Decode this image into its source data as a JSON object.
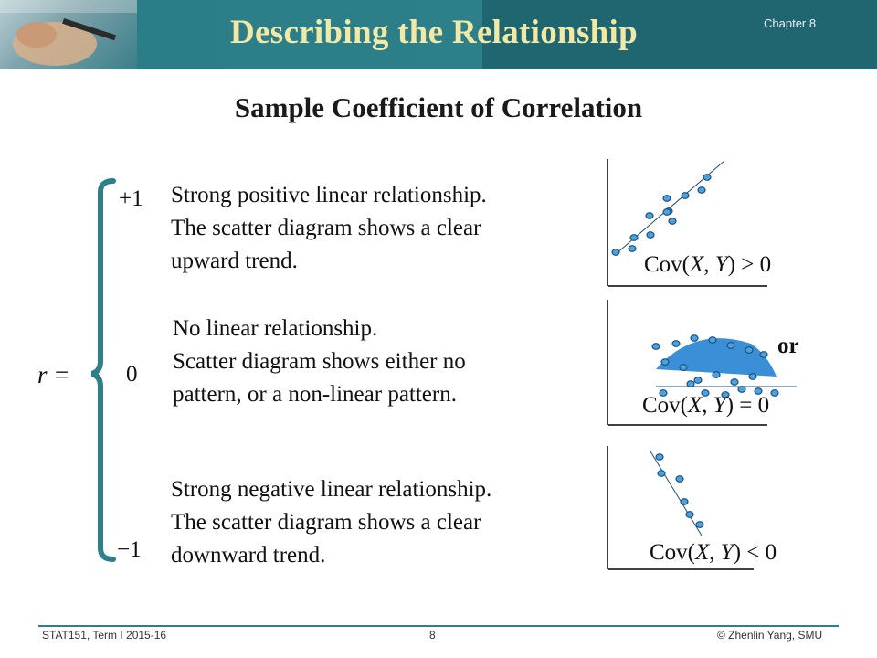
{
  "header": {
    "title": "Describing the Relationship",
    "chapter": "Chapter 8"
  },
  "subtitle": "Sample Coefficient of Correlation",
  "r_label": "r =",
  "levels": [
    {
      "value": "+1",
      "lines": [
        "Strong positive linear relationship.",
        "The scatter diagram shows a clear",
        "upward trend."
      ]
    },
    {
      "value": "0",
      "lines": [
        "No linear relationship.",
        "Scatter diagram shows either no",
        "pattern, or a non-linear pattern."
      ]
    },
    {
      "value": "−1",
      "lines": [
        "Strong negative linear relationship.",
        "The scatter diagram shows a clear",
        "downward trend."
      ]
    }
  ],
  "plots": {
    "positive": {
      "prefix": "Cov(",
      "x": "X",
      "sep": ", ",
      "y": "Y",
      "suffix": ") > 0"
    },
    "zero": {
      "prefix": "Cov(",
      "x": "X",
      "sep": ", ",
      "y": "Y",
      "suffix": ") = 0",
      "or_text": "or"
    },
    "negative": {
      "prefix": "Cov(",
      "x": "X",
      "sep": ", ",
      "y": "Y",
      "suffix": ") < 0"
    }
  },
  "colors": {
    "accent": "#2d7f89",
    "title_text": "#f3e9a6",
    "point_fill": "#4aa3df",
    "point_stroke": "#1f4e79",
    "curve_fill": "#3a8fd6"
  },
  "footer": {
    "course": "STAT151,  Term  I  2015-16",
    "page": "8",
    "copyright": "© Zhenlin  Yang, SMU"
  }
}
